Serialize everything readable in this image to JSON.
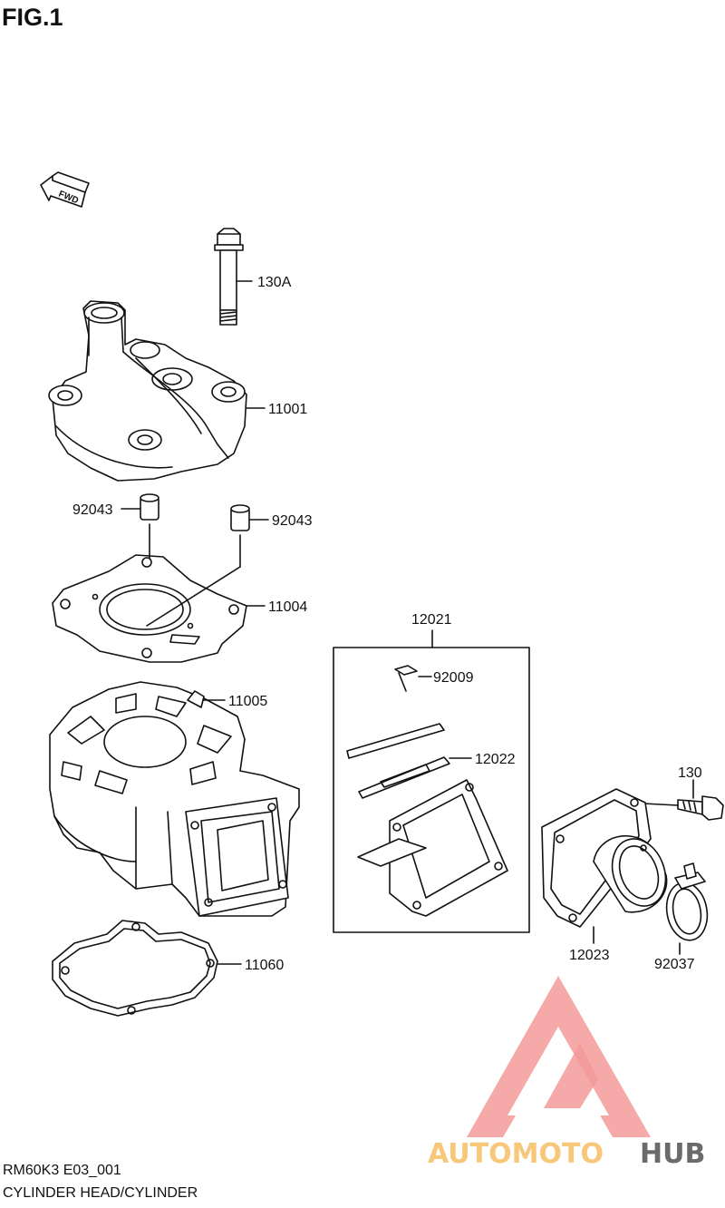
{
  "figure": {
    "title": "FIG.1",
    "fwd_label": "FWD"
  },
  "parts": [
    {
      "id": "head-bolt",
      "number": "130A"
    },
    {
      "id": "cylinder-head",
      "number": "11001"
    },
    {
      "id": "dowel-left",
      "number": "92043"
    },
    {
      "id": "dowel-right",
      "number": "92043"
    },
    {
      "id": "head-gasket",
      "number": "11004"
    },
    {
      "id": "cylinder",
      "number": "11005"
    },
    {
      "id": "base-gasket",
      "number": "11060"
    },
    {
      "id": "reed-valve-assy",
      "number": "12021"
    },
    {
      "id": "reed-screw",
      "number": "92009"
    },
    {
      "id": "reed-petal",
      "number": "12022"
    },
    {
      "id": "intake-bolt",
      "number": "130"
    },
    {
      "id": "intake-pipe",
      "number": "12023"
    },
    {
      "id": "hose-clamp",
      "number": "92037"
    }
  ],
  "footer": {
    "code": "RM60K3 E03_001",
    "caption": "CYLINDER HEAD/CYLINDER"
  },
  "watermark": {
    "part1": "AUTOMOTO",
    "part2": "HUB",
    "color_red": "#f06a6a",
    "color_orange": "#f7c77a",
    "color_gray": "#6b6b6b"
  }
}
